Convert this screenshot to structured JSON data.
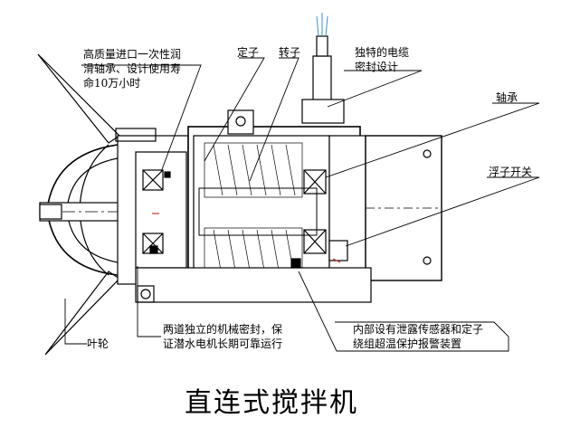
{
  "labels": {
    "bearing_note": [
      "高质量进口一次性润",
      "滑轴承、设计使用寿",
      "命10万小时"
    ],
    "stator": "定子",
    "rotor": "转子",
    "cable_seal": [
      "独特的电缆",
      "密封设计"
    ],
    "bearing": "轴承",
    "float_switch": "浮子开关",
    "seal_note": [
      "两道独立的机械密封，保",
      "证潜水电机长期可靠运行"
    ],
    "sensor_note": [
      "内部设有泄露传感器和定子",
      "绕组超温保护报警装置"
    ],
    "impeller": "叶轮"
  },
  "caption": "直连式搅拌机",
  "colors": {
    "line": "#000000",
    "accent": "#cc3333",
    "cable_top": "#3a8fd8"
  }
}
